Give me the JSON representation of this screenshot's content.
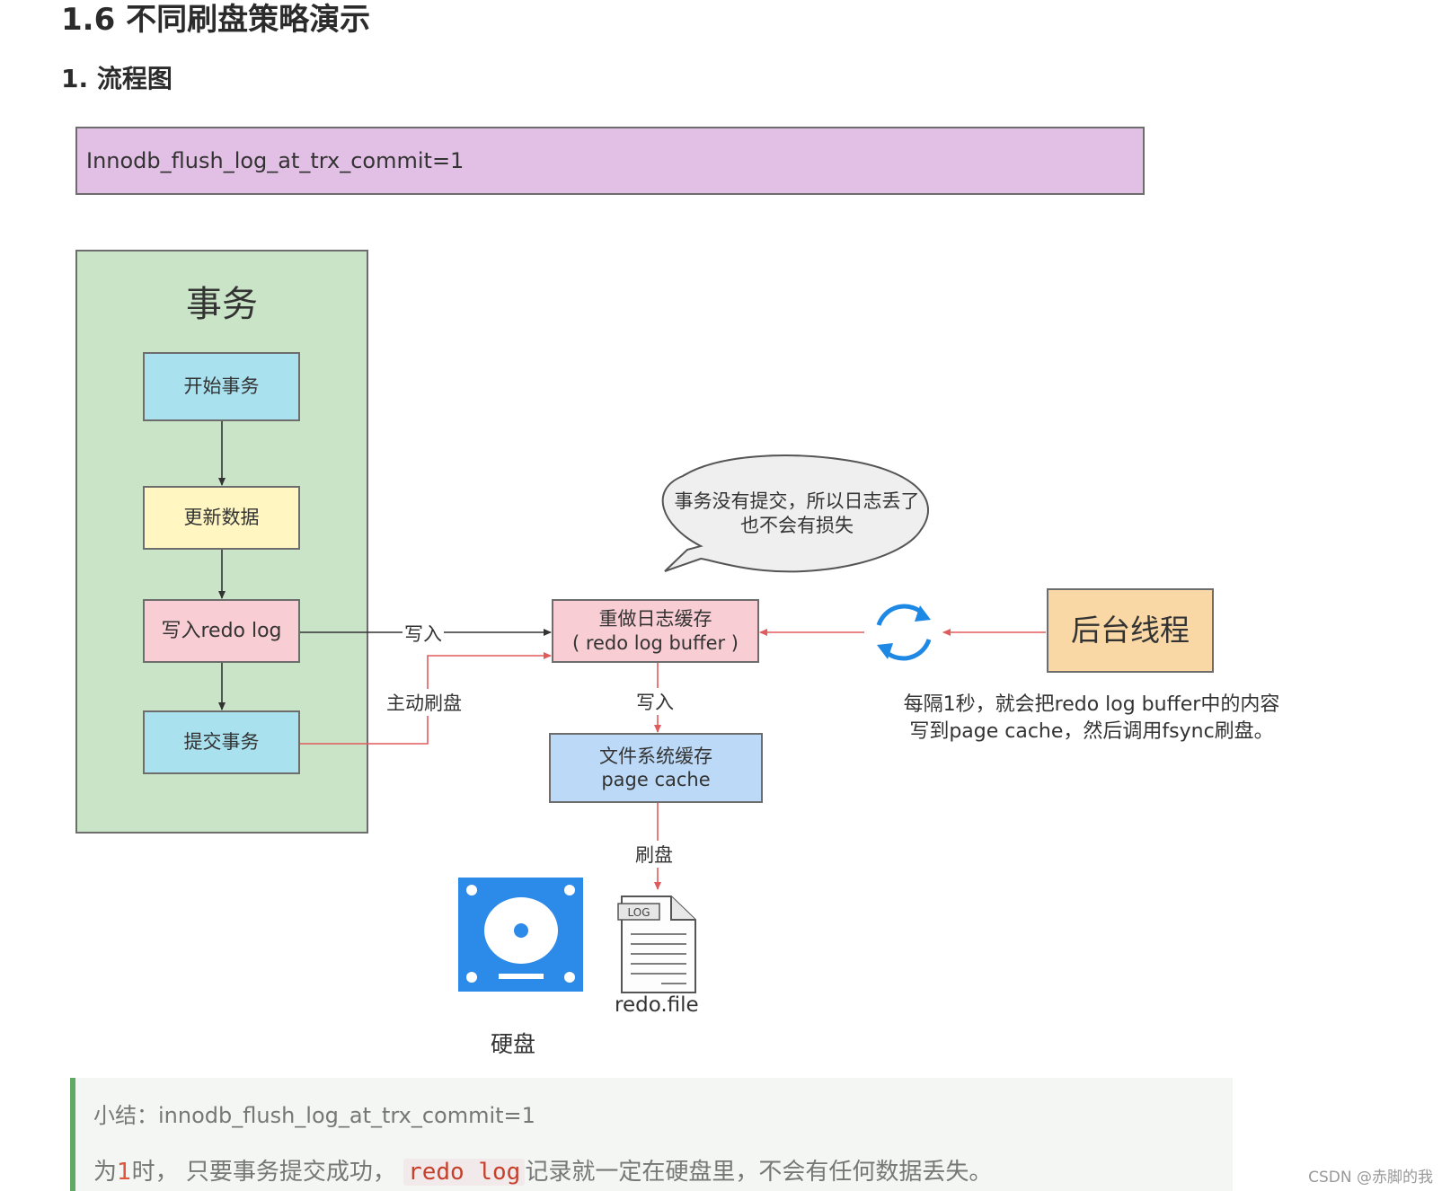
{
  "heading": "1.6 不同刷盘策略演示",
  "subheading": "1. 流程图",
  "banner": "Innodb_flush_log_at_trx_commit=1",
  "transaction": {
    "title": "事务",
    "steps": [
      "开始事务",
      "更新数据",
      "写入redo log",
      "提交事务"
    ]
  },
  "buffer": {
    "line1": "重做日志缓存",
    "line2": "( redo log buffer )"
  },
  "cache": {
    "line1": "文件系统缓存",
    "line2": "page cache"
  },
  "background_thread": "后台线程",
  "edge_labels": {
    "write_to_buffer": "写入",
    "active_flush": "主动刷盘",
    "write_to_cache": "写入",
    "flush": "刷盘"
  },
  "speech_bubble": {
    "line1": "事务没有提交，所以日志丢了",
    "line2": "也不会有损失"
  },
  "background_note": {
    "line1": "每隔1秒，就会把redo log buffer中的内容",
    "line2": "写到page cache，然后调用fsync刷盘。"
  },
  "disk_label": "硬盘",
  "file_label": "redo.file",
  "file_tag": "LOG",
  "summary": {
    "title": "小结：innodb_flush_log_at_trx_commit=1",
    "prefix": "为",
    "value": "1",
    "middle": "时， 只要事务提交成功，",
    "code": "redo log",
    "suffix": "记录就一定在硬盘里，不会有任何数据丢失。"
  },
  "watermark": "CSDN @赤脚的我",
  "colors": {
    "banner": "#e2bfe5",
    "transaction_panel": "#c9e4c7",
    "cyan_box": "#a9e1ef",
    "yellow_box": "#fff6c2",
    "pink_box": "#f8cdd3",
    "blue_box": "#bcdaf7",
    "orange_box": "#fad8a6",
    "red_arrow": "#e05b5b",
    "refresh_icon": "#1e88e5",
    "disk_icon": "#2c8ae8"
  }
}
